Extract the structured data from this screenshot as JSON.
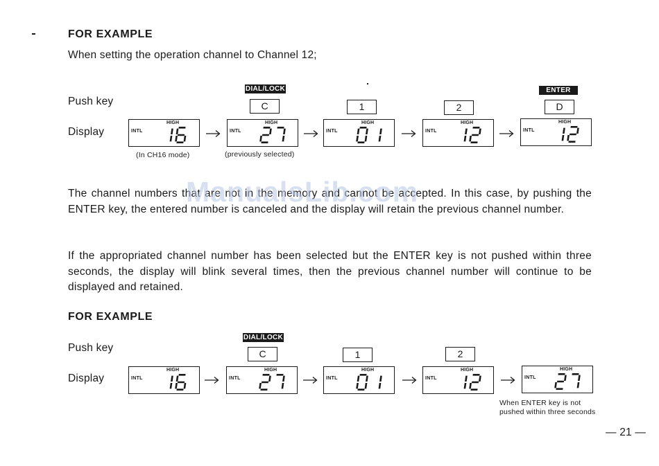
{
  "example1": {
    "heading": "FOR EXAMPLE",
    "intro": "When setting the operation channel to Channel 12;",
    "push_key_label": "Push key",
    "display_label": "Display",
    "dial_lock_label": "DIAL/LOCK",
    "enter_label": "ENTER",
    "keys": [
      "C",
      "1",
      "2",
      "D"
    ],
    "displays": [
      {
        "intl": "INTL",
        "high": "HIGH",
        "channel": "16"
      },
      {
        "intl": "INTL",
        "high": "HIGH",
        "channel": "27"
      },
      {
        "intl": "INTL",
        "high": "HIGH",
        "channel": "01"
      },
      {
        "intl": "INTL",
        "high": "HIGH",
        "channel": "12"
      },
      {
        "intl": "INTL",
        "high": "HIGH",
        "channel": "12"
      }
    ],
    "caption_first": "(In CH16 mode)",
    "caption_second": "(previously selected)"
  },
  "paragraph1": "The channel numbers that are not in the memory and cannot be accepted. In this case, by pushing the ENTER key, the entered number is canceled and the display will retain the previous channel number.",
  "paragraph2": "If the appropriated channel number has been selected but the ENTER key is not pushed within three seconds, the display will blink several times, then the previous channel number will continue to be displayed and retained.",
  "example2": {
    "heading": "FOR EXAMPLE",
    "push_key_label": "Push key",
    "display_label": "Display",
    "dial_lock_label": "DIAL/LOCK",
    "keys": [
      "C",
      "1",
      "2"
    ],
    "displays": [
      {
        "intl": "INTL",
        "high": "HIGH",
        "channel": "16"
      },
      {
        "intl": "INTL",
        "high": "HIGH",
        "channel": "27"
      },
      {
        "intl": "INTL",
        "high": "HIGH",
        "channel": "01"
      },
      {
        "intl": "INTL",
        "high": "HIGH",
        "channel": "12"
      },
      {
        "intl": "INTL",
        "high": "HIGH",
        "channel": "27"
      }
    ],
    "caption_last_line1": "When ENTER key is not",
    "caption_last_line2": "pushed within three seconds"
  },
  "page_number": "— 21 —",
  "watermark": "ManualsLib.com"
}
